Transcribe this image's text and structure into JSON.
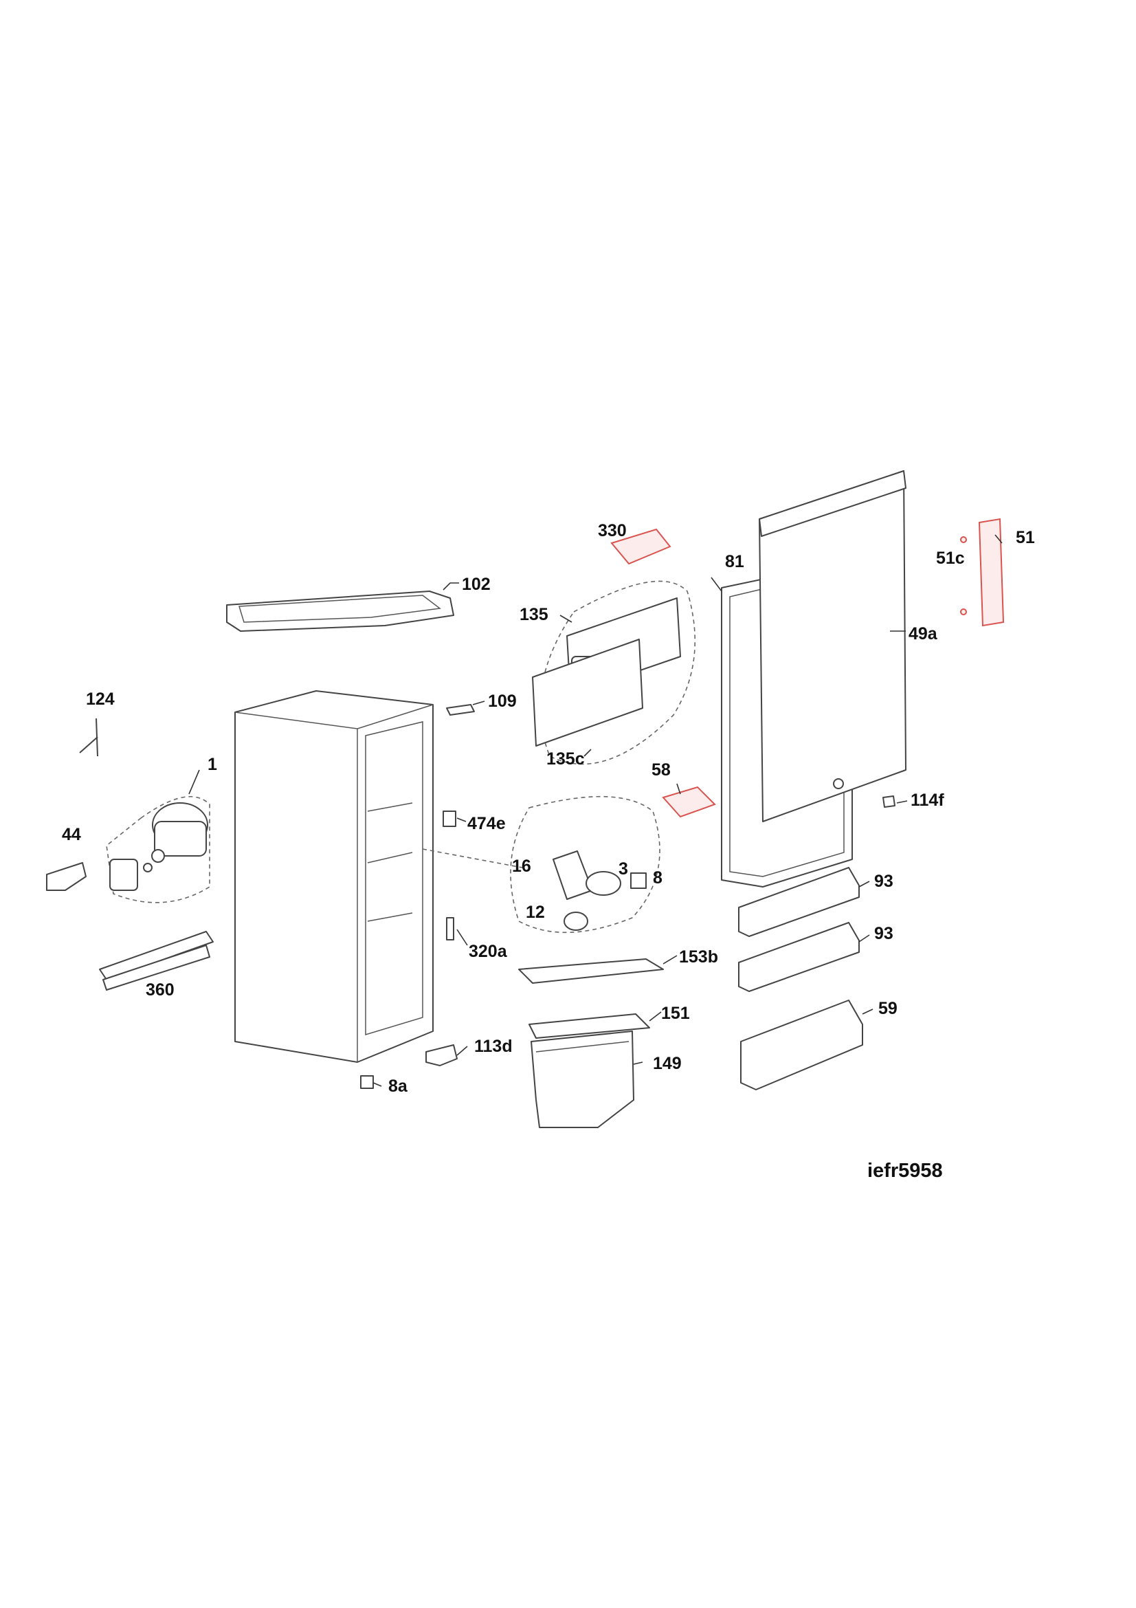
{
  "labels": {
    "p330": "330",
    "p81": "81",
    "p51": "51",
    "p51c": "51c",
    "p102": "102",
    "p135": "135",
    "p49a": "49a",
    "p124": "124",
    "p109": "109",
    "p1": "1",
    "p135c": "135c",
    "p58": "58",
    "p114f": "114f",
    "p44": "44",
    "p474e": "474e",
    "p16": "16",
    "p3": "3",
    "p8": "8",
    "p93a": "93",
    "p12": "12",
    "p93b": "93",
    "p320a": "320a",
    "p153b": "153b",
    "p360": "360",
    "p59": "59",
    "p151": "151",
    "p113d": "113d",
    "p149": "149",
    "p8a": "8a"
  },
  "model_code": "iefr5958",
  "colors": {
    "highlight": "#d9534f",
    "line": "#444444"
  }
}
